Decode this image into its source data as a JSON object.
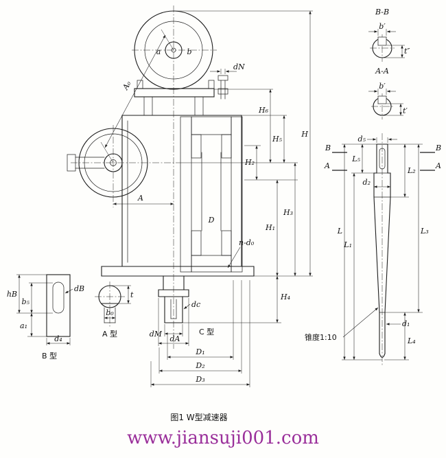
{
  "figure": {
    "caption": "图1 W型减速器",
    "watermark": "www.jiansuji001.com"
  },
  "colors": {
    "line": "#1c1c1c",
    "watermark": "#9a2f9a"
  },
  "labels": {
    "a": "a",
    "b": "b",
    "A0": "A₀",
    "dN": "dN",
    "H6": "H₆",
    "H5": "H₅",
    "H": "H",
    "H2": "H₂",
    "H1": "H₁",
    "H3": "H₃",
    "H4": "H₄",
    "A": "A",
    "D": "D",
    "n_d0": "n-d₀",
    "dc": "dc",
    "dM": "dM",
    "dA": "dA",
    "C_type": "C 型",
    "D1": "D₁",
    "D2": "D₂",
    "D3": "D₃",
    "hB": "hB",
    "b5": "b₅",
    "a1": "a₁",
    "d4": "d₄",
    "dB": "dB",
    "B_type": "B 型",
    "b0": "b₀",
    "t": "t",
    "A_type": "A 型",
    "BB": "B-B",
    "AA": "A-A",
    "b_prime": "b′",
    "t_dblprime": "t″",
    "t_prime": "t′",
    "B_mark": "B",
    "A_mark": "A",
    "d5": "d₅",
    "L5": "L₅",
    "d2": "d₂",
    "L2": "L₂",
    "L": "L",
    "L1": "L₁",
    "L3": "L₃",
    "L4": "L₄",
    "d1": "d₁",
    "taper": "锥度1:10"
  }
}
